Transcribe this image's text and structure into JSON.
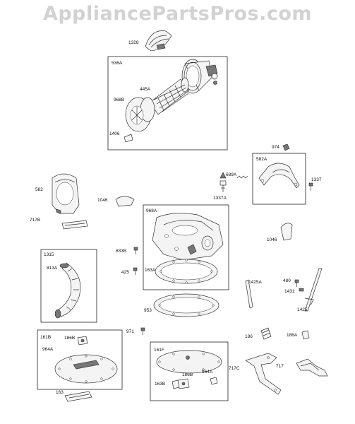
{
  "watermark": "AppliancePartsPros.com",
  "sections": {
    "box_536A": "536A",
    "box_582A": "582A",
    "box_968A": "968A",
    "box_1315": "1315",
    "box_161B": "161B",
    "box_161F": "161F"
  },
  "labels": {
    "p1328": "1328",
    "p445A": "445A",
    "p968B": "968B",
    "p1406": "1406",
    "p974": "974",
    "p689A": "689A",
    "p1337": "1337",
    "p1337A": "1337A",
    "p582": "582",
    "p1046a": "1046",
    "p717B": "717B",
    "p1046b": "1046",
    "p833B": "833B",
    "p425": "425",
    "p163A": "163A",
    "p813A": "813A",
    "p1425A": "1425A",
    "p480": "480",
    "p1431": "1431",
    "p1425": "1425",
    "p953": "953",
    "p971": "971",
    "p186": "186",
    "p186A": "186A",
    "p186Ba": "186B",
    "p964Aa": "964A",
    "p163": "163",
    "p186Bb": "186B",
    "p964Ab": "964A",
    "p163B": "163B",
    "p717C": "717C",
    "p717": "717"
  }
}
